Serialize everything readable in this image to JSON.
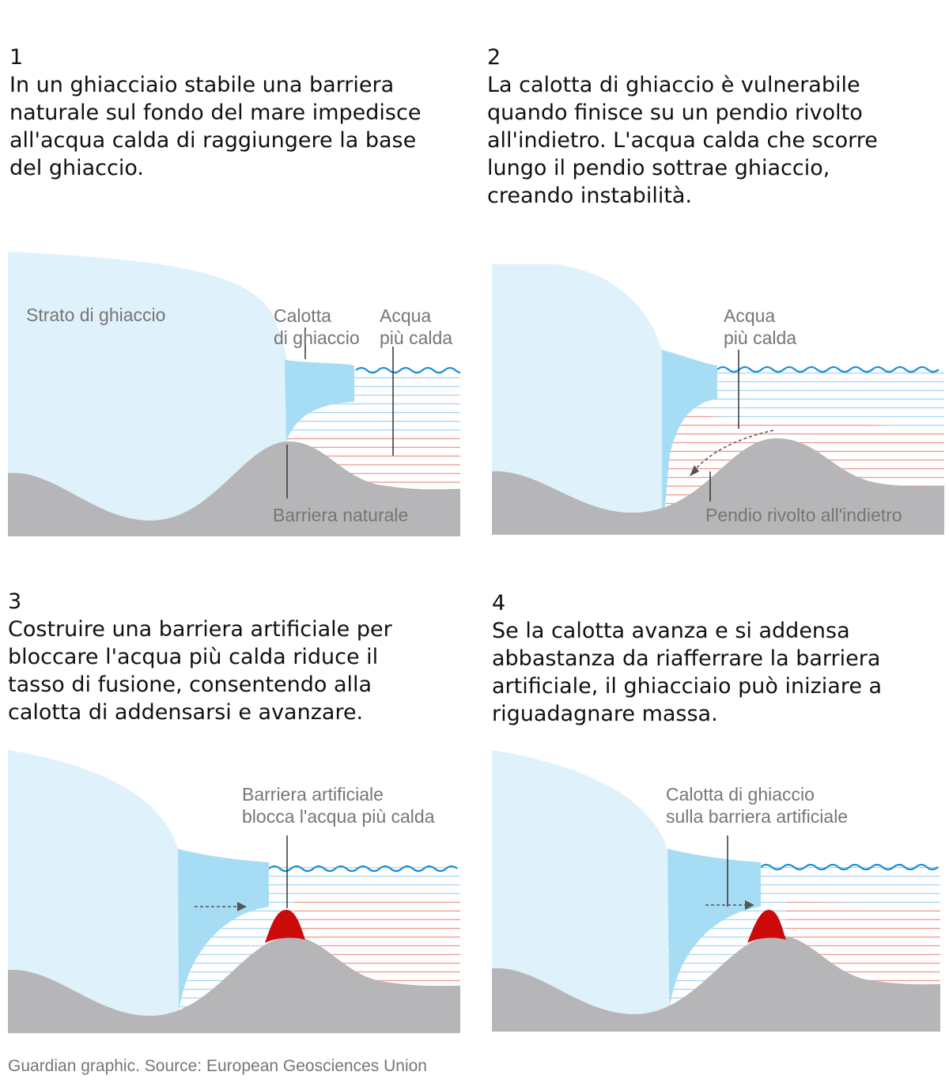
{
  "panels": [
    {
      "number": "1",
      "text": "In un ghiacciaio stabile una barriera\nnaturale sul fondo del mare impedisce\nall'acqua calda di raggiungere la base\ndel ghiaccio.",
      "labels": {
        "ice_sheet": "Strato di ghiaccio",
        "ice_shelf": "Calotta\ndi ghiaccio",
        "warm_water": "Acqua\npiù calda",
        "natural_barrier": "Barriera naturale"
      }
    },
    {
      "number": "2",
      "text": "La calotta di ghiaccio è vulnerabile\nquando finisce su un pendio rivolto\nall'indietro. L'acqua calda che scorre\nlungo il pendio sottrae ghiaccio,\ncreando instabilità.",
      "labels": {
        "warm_water": "Acqua\npiù calda",
        "retrograde_slope": "Pendio rivolto all'indietro"
      }
    },
    {
      "number": "3",
      "text": "Costruire una barriera artificiale per\nbloccare l'acqua più calda riduce il\ntasso di fusione, consentendo alla\ncalotta di addensarsi e avanzare.",
      "labels": {
        "artificial_barrier": "Barriera artificiale\nblocca l'acqua più calda"
      }
    },
    {
      "number": "4",
      "text": "Se la calotta avanza e si addensa\nabbastanza da riafferrare la barriera\nartificiale, il ghiacciaio può iniziare a\nriguadagnare massa.",
      "labels": {
        "shelf_on_barrier": "Calotta di ghiaccio\nsulla barriera artificiale"
      }
    }
  ],
  "credit": "Guardian graphic. Source: European Geosciences Union",
  "colors": {
    "ice_sheet": "#dff1fb",
    "ice_shelf": "#a6ddf5",
    "cold_line": "#a9d6f2",
    "warm_line": "#ef9a8f",
    "wave": "#1a8fd6",
    "bed": "#b6b6b8",
    "barrier": "#cc0a0a",
    "label": "#767676"
  }
}
